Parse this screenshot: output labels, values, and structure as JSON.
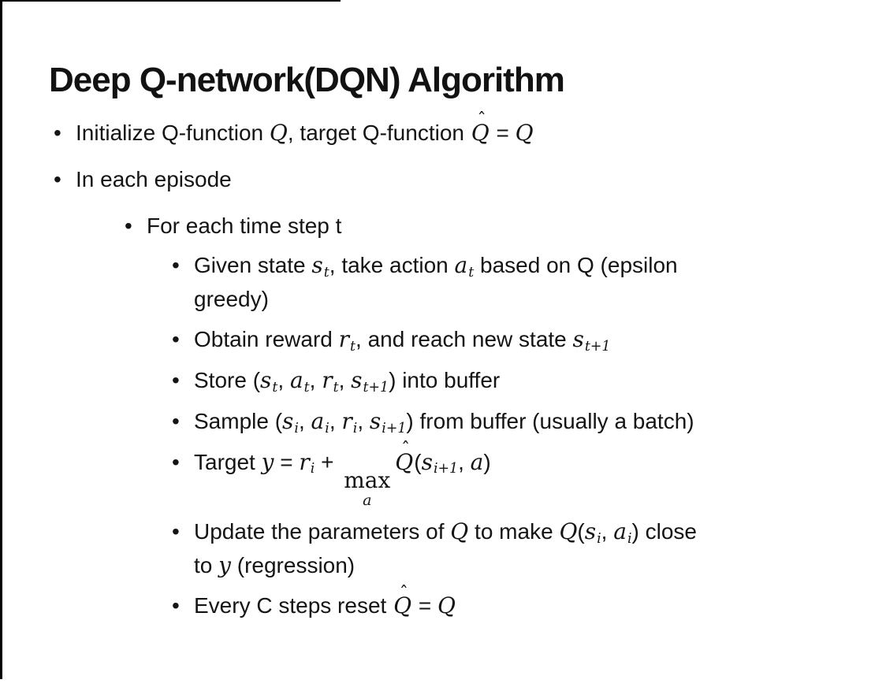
{
  "slide": {
    "title": "Deep Q-network(DQN) Algorithm",
    "bullet_char": "•",
    "accent_char": "ˆ",
    "colors": {
      "background": "#ffffff",
      "text": "#141414",
      "border": "#000000"
    },
    "bullets": [
      {
        "level": 1,
        "segments": [
          {
            "t": "Initialize Q-function "
          },
          {
            "m": "Q"
          },
          {
            "t": ", target Q-function "
          },
          {
            "hat": "Q"
          },
          {
            "t": " = "
          },
          {
            "m": "Q"
          }
        ]
      },
      {
        "level": 1,
        "segments": [
          {
            "t": "In each episode"
          }
        ]
      },
      {
        "level": 2,
        "segments": [
          {
            "t": "For each time step t"
          }
        ]
      },
      {
        "level": 3,
        "segments": [
          {
            "t": "Given state "
          },
          {
            "m": "s",
            "sub": "t"
          },
          {
            "t": ", take action "
          },
          {
            "m": "a",
            "sub": "t"
          },
          {
            "t": " based on Q (epsilon"
          },
          {
            "br": true
          },
          {
            "t": "greedy)"
          }
        ]
      },
      {
        "level": 3,
        "segments": [
          {
            "t": "Obtain reward "
          },
          {
            "m": "r",
            "sub": "t"
          },
          {
            "t": ", and reach new state "
          },
          {
            "m": "s",
            "sub": "t+1"
          }
        ]
      },
      {
        "level": 3,
        "segments": [
          {
            "t": "Store ("
          },
          {
            "m": "s",
            "sub": "t"
          },
          {
            "t": ", "
          },
          {
            "m": "a",
            "sub": "t"
          },
          {
            "t": ", "
          },
          {
            "m": "r",
            "sub": "t"
          },
          {
            "t": ", "
          },
          {
            "m": "s",
            "sub": "t+1"
          },
          {
            "t": ") into buffer"
          }
        ]
      },
      {
        "level": 3,
        "segments": [
          {
            "t": "Sample ("
          },
          {
            "m": "s",
            "sub": "i"
          },
          {
            "t": ", "
          },
          {
            "m": "a",
            "sub": "i"
          },
          {
            "t": ", "
          },
          {
            "m": "r",
            "sub": "i"
          },
          {
            "t": ", "
          },
          {
            "m": "s",
            "sub": "i+1"
          },
          {
            "t": ") from buffer (usually a batch)"
          }
        ]
      },
      {
        "level": 3,
        "segments": [
          {
            "t": "Target "
          },
          {
            "m": "y"
          },
          {
            "t": " = "
          },
          {
            "m": "r",
            "sub": "i"
          },
          {
            "t": " + "
          },
          {
            "stack": {
              "top": "max",
              "bottom": "a"
            }
          },
          {
            "hat": "Q"
          },
          {
            "t": "("
          },
          {
            "m": "s",
            "sub": "i+1"
          },
          {
            "t": ", "
          },
          {
            "m": "a"
          },
          {
            "t": ")"
          }
        ]
      },
      {
        "level": 3,
        "segments": [
          {
            "t": "Update the parameters of "
          },
          {
            "m": "Q"
          },
          {
            "t": " to make "
          },
          {
            "m": "Q"
          },
          {
            "t": "("
          },
          {
            "m": "s",
            "sub": "i"
          },
          {
            "t": ", "
          },
          {
            "m": "a",
            "sub": "i"
          },
          {
            "t": ") close"
          },
          {
            "br": true
          },
          {
            "t": "to "
          },
          {
            "m": "y"
          },
          {
            "t": " (regression)"
          }
        ]
      },
      {
        "level": 3,
        "segments": [
          {
            "t": "Every C steps reset "
          },
          {
            "hat": "Q"
          },
          {
            "t": " = "
          },
          {
            "m": "Q"
          }
        ]
      }
    ]
  }
}
